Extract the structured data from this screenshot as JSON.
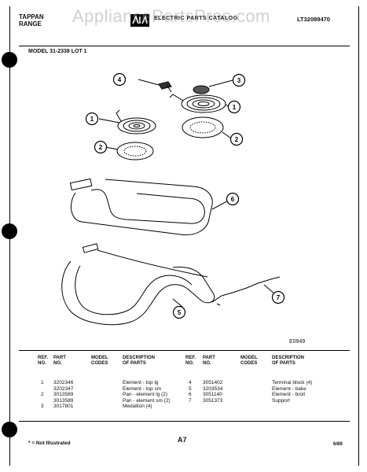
{
  "header": {
    "brand_line1": "TAPPAN",
    "brand_line2": "RANGE",
    "garbled_title": "ELECTRIC PARTS CATALOG",
    "watermark": "AppliancePartsPros.com",
    "doc_code": "LT32089470"
  },
  "model_line": "MODEL 31-2338 LOT 1",
  "diagram": {
    "callouts": [
      "4",
      "3",
      "1",
      "1",
      "2",
      "2",
      "6",
      "7",
      "5"
    ],
    "figure_code": "E0949"
  },
  "table": {
    "headers": {
      "ref": [
        "REF.",
        "NO."
      ],
      "part": [
        "PART",
        "NO."
      ],
      "model": [
        "MODEL",
        "CODES"
      ],
      "desc": [
        "DESCRIPTION",
        "OF PARTS"
      ]
    },
    "left": {
      "refs": [
        "1",
        "",
        "2",
        "",
        "3"
      ],
      "parts": [
        "3202346",
        "3202347",
        "3013589",
        "3013589",
        "3017801"
      ],
      "descs": [
        "Element - top lg",
        "Element - top sm",
        "Pan - element lg (2)",
        "Pan - element sm (2)",
        "Medallion (4)"
      ]
    },
    "right": {
      "refs": [
        "4",
        "5",
        "6",
        "7"
      ],
      "parts": [
        "3051402",
        "3203534",
        "3051140",
        "3051373"
      ],
      "descs": [
        "Terminal block (4)",
        "Element - bake",
        "Element - broil",
        "Support"
      ]
    }
  },
  "footer": {
    "note": "* = Not Illustrated",
    "page": "A7",
    "date": "6/89"
  }
}
